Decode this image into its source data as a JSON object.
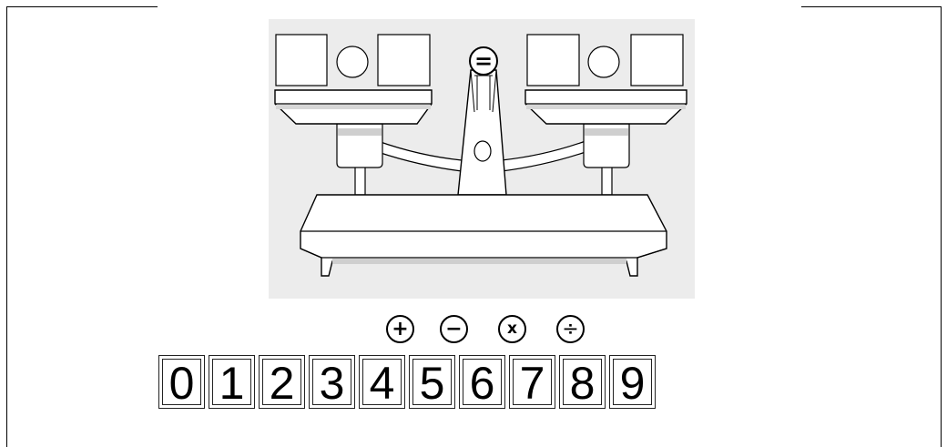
{
  "equals_symbol": "=",
  "operators": [
    {
      "symbol": "+",
      "name": "plus"
    },
    {
      "symbol": "−",
      "name": "minus"
    },
    {
      "symbol": "x",
      "name": "times"
    },
    {
      "symbol": "÷",
      "name": "divide"
    }
  ],
  "digits": [
    "0",
    "1",
    "2",
    "3",
    "4",
    "5",
    "6",
    "7",
    "8",
    "9"
  ],
  "colors": {
    "panel_background": "#ececec",
    "scale_fill": "#ffffff",
    "outline": "#000000"
  }
}
